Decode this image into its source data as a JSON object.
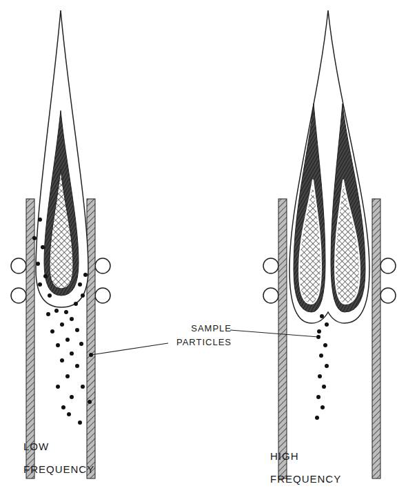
{
  "diagram": {
    "labels": [
      "SAMPLE PARTICLES",
      "LOW FREQUENCY",
      "HIGH FREQUENCY"
    ]
  }
}
